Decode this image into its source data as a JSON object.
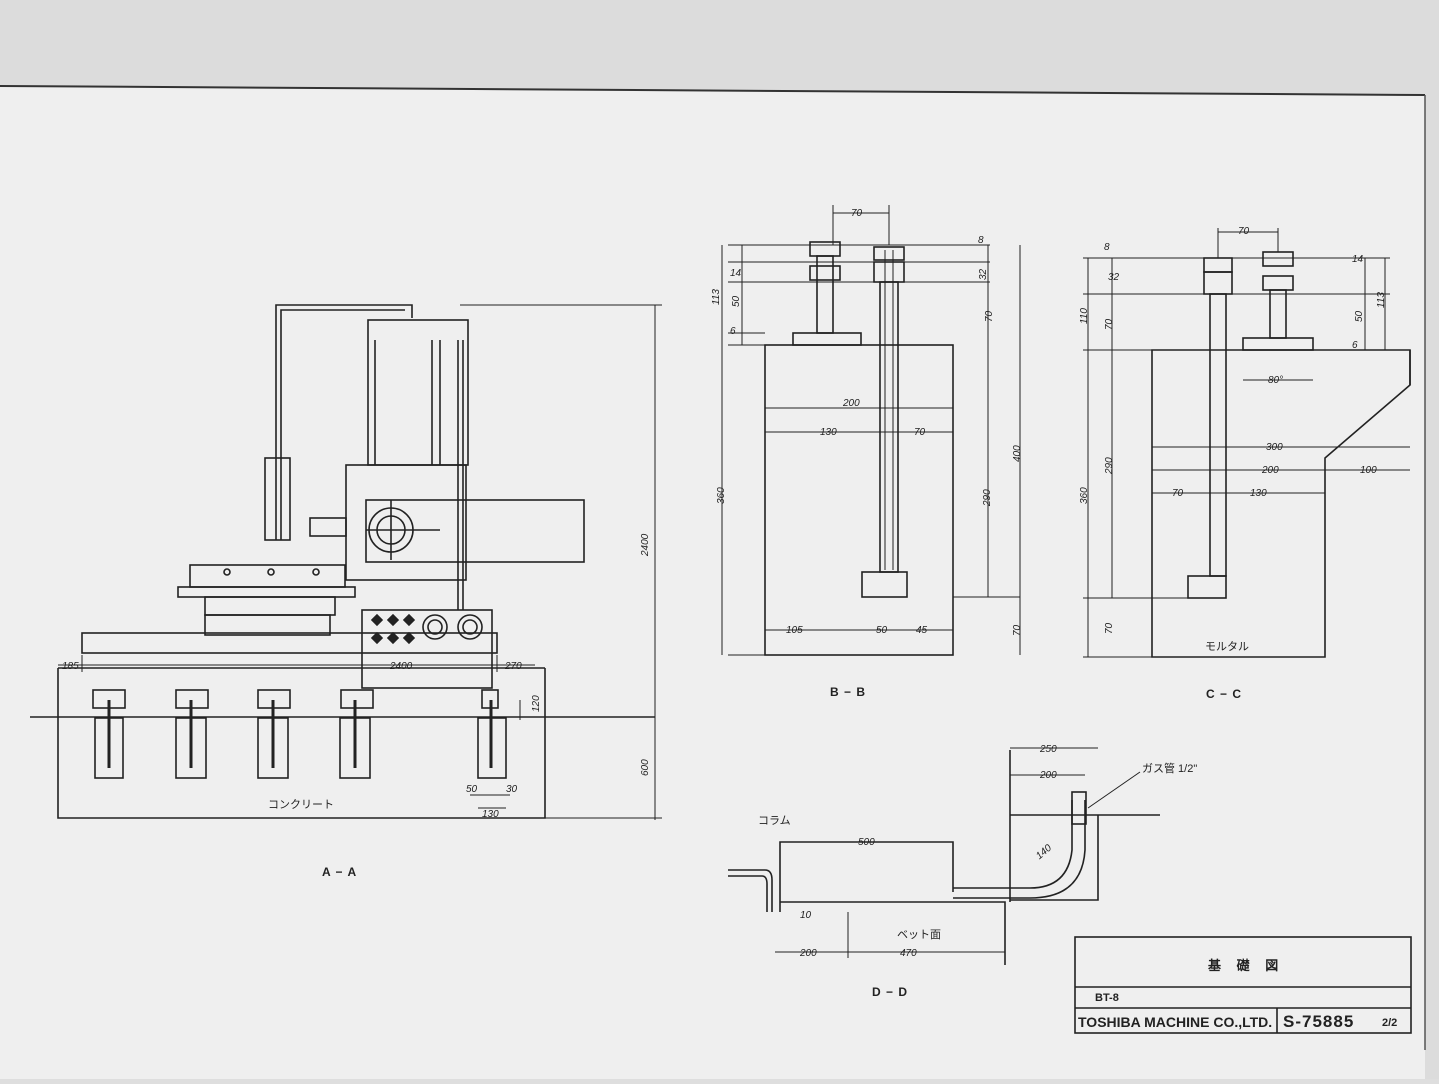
{
  "drawing": {
    "title_jp": "基 礎 図",
    "model": "BT-8",
    "company": "TOSHIBA MACHINE CO.,LTD.",
    "number": "S-75885",
    "sheet": "2/2"
  },
  "views": {
    "aa": {
      "label": "A − A",
      "concrete": "コンクリート",
      "dims": {
        "height": "2400",
        "depth": "600",
        "length": "2400",
        "offset": "270",
        "edge": "185",
        "step": "120",
        "pit_a": "50",
        "pit_b": "30",
        "pit_w": "130"
      }
    },
    "bb": {
      "label": "B − B",
      "dims": {
        "top": "70",
        "d8": "8",
        "d32": "32",
        "d70a": "70",
        "d113": "113",
        "d14": "14",
        "d50": "50",
        "d6": "6",
        "d200": "200",
        "d130": "130",
        "d70b": "70",
        "d360": "360",
        "d290": "290",
        "d400": "400",
        "d105": "105",
        "d50b": "50",
        "d45": "45",
        "d70c": "70"
      }
    },
    "cc": {
      "label": "C − C",
      "mortar": "モルタル",
      "dims": {
        "top": "70",
        "d110": "110",
        "d70": "70",
        "d8": "8",
        "d32": "32",
        "d14": "14",
        "d50": "50",
        "d113": "113",
        "d6": "6",
        "d80": "80°",
        "d300": "300",
        "d200": "200",
        "d100": "100",
        "d360": "360",
        "d290": "290",
        "d70b": "70",
        "d130": "130",
        "d70c": "70"
      }
    },
    "dd": {
      "label": "D − D",
      "column": "コラム",
      "gas_pipe": "ガス管 1/2\"",
      "bed": "ベット面",
      "dims": {
        "d250": "250",
        "d200top": "200",
        "d500": "500",
        "d10": "10",
        "d140": "140",
        "d200": "200",
        "d470": "470"
      }
    }
  }
}
